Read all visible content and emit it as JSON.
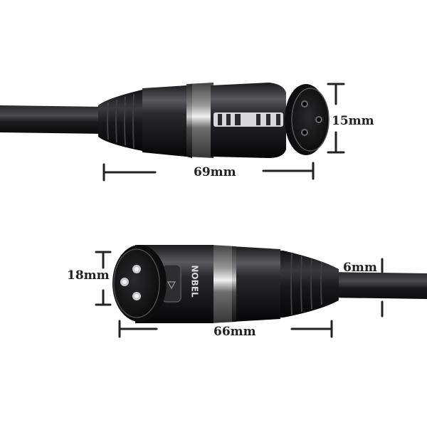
{
  "image": {
    "subject": "XLR microphone cable connectors (female and male) with dimensions",
    "background_color": "#ffffff",
    "connector_color": "#1c1c1e"
  },
  "dimensions": {
    "female_length": "69mm",
    "female_diameter": "15mm",
    "male_diameter": "18mm",
    "male_length": "66mm",
    "cable_diameter": "6mm"
  },
  "brand": {
    "logo_text": "NOBEL"
  }
}
